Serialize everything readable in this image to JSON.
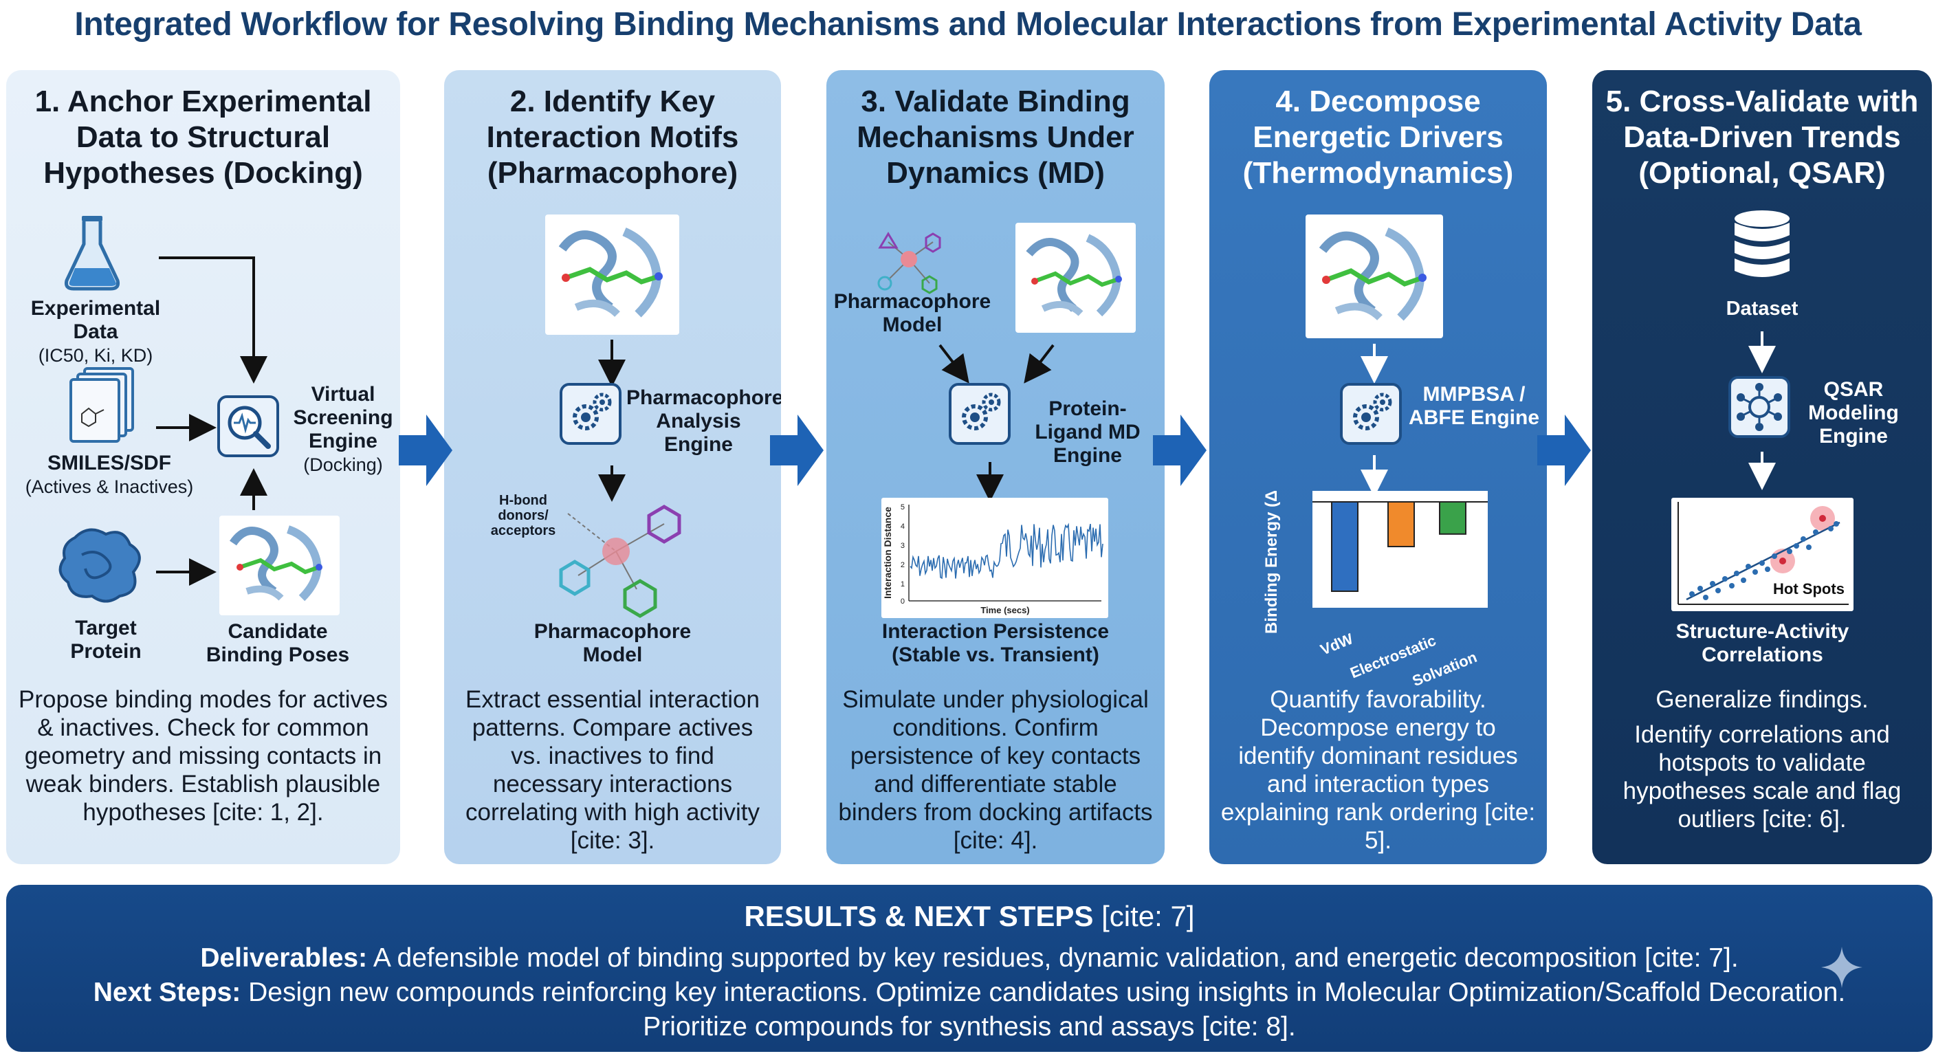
{
  "title": "Integrated Workflow for Resolving Binding Mechanisms and Molecular Interactions from Experimental Activity Data",
  "panels": [
    {
      "title": "1. Anchor Experimental Data to Structural Hypotheses (Docking)",
      "experimental_data": "Experimental Data",
      "experimental_sub": "(IC50, Ki, KD)",
      "smiles": "SMILES/SDF",
      "smiles_sub": "(Actives & Inactives)",
      "target": "Target Protein",
      "engine": "Virtual Screening Engine",
      "engine_sub": "(Docking)",
      "poses": "Candidate Binding Poses",
      "description": "Propose binding modes for actives & inactives. Check for common geometry and missing contacts in weak binders. Establish plausible hypotheses [cite: 1, 2]."
    },
    {
      "title": "2. Identify Key Interaction Motifs (Pharmacophore)",
      "engine": "Pharmacophore Analysis Engine",
      "hbond": "H-bond donors/ acceptors",
      "model": "Pharmacophore Model",
      "description": "Extract essential interaction patterns. Compare actives vs. inactives to find necessary interactions correlating with high activity [cite: 3]."
    },
    {
      "title": "3. Validate Binding Mechanisms Under Dynamics (MD)",
      "pharm_model": "Pharmacophore Model",
      "engine": "Protein-Ligand MD Engine",
      "plot_ylabel": "Interaction Distance",
      "plot_xlabel": "Time (secs)",
      "plot_ticks": [
        "5",
        "4",
        "3",
        "2",
        "1",
        "0"
      ],
      "persistence": "Interaction Persistence (Stable vs. Transient)",
      "description": "Simulate under physiological conditions. Confirm persistence of key contacts and differentiate stable binders from docking artifacts [cite: 4]."
    },
    {
      "title": "4. Decompose Energetic Drivers (Thermodynamics)",
      "engine": "MMPBSA / ABFE Engine",
      "ylabel": "Binding Energy (ΔG)",
      "description": "Quantify favorability. Decompose energy to identify dominant residues and interaction types explaining rank ordering [cite: 5]."
    },
    {
      "title": "5. Cross-Validate with Data-Driven Trends (Optional, QSAR)",
      "dataset": "Dataset",
      "engine": "QSAR Modeling Engine",
      "hotspots": "Hot Spots",
      "correlations": "Structure-Activity Correlations",
      "description_1": "Generalize findings.",
      "description_2": "Identify correlations and hotspots to validate hypotheses scale and flag outliers [cite: 6]."
    }
  ],
  "energy_chart": {
    "type": "bar",
    "categories": [
      "VdW",
      "Electrostatic",
      "Solvation"
    ],
    "values": [
      -5,
      -2.5,
      -1.8
    ],
    "colors": [
      "#2f6fc0",
      "#f08a2c",
      "#3aa24a"
    ]
  },
  "results": {
    "title": "RESULTS & NEXT STEPS",
    "title_cite": "[cite: 7]",
    "deliverables_label": "Deliverables:",
    "deliverables_text": "A defensible model of binding supported by key residues, dynamic validation, and energetic decomposition [cite: 7].",
    "next_label": "Next Steps:",
    "next_text": "Design new compounds reinforcing key interactions. Optimize candidates using insights in Molecular Optimization/Scaffold Decoration.",
    "next_text_2": "Prioritize compounds for synthesis and assays [cite: 8]."
  }
}
